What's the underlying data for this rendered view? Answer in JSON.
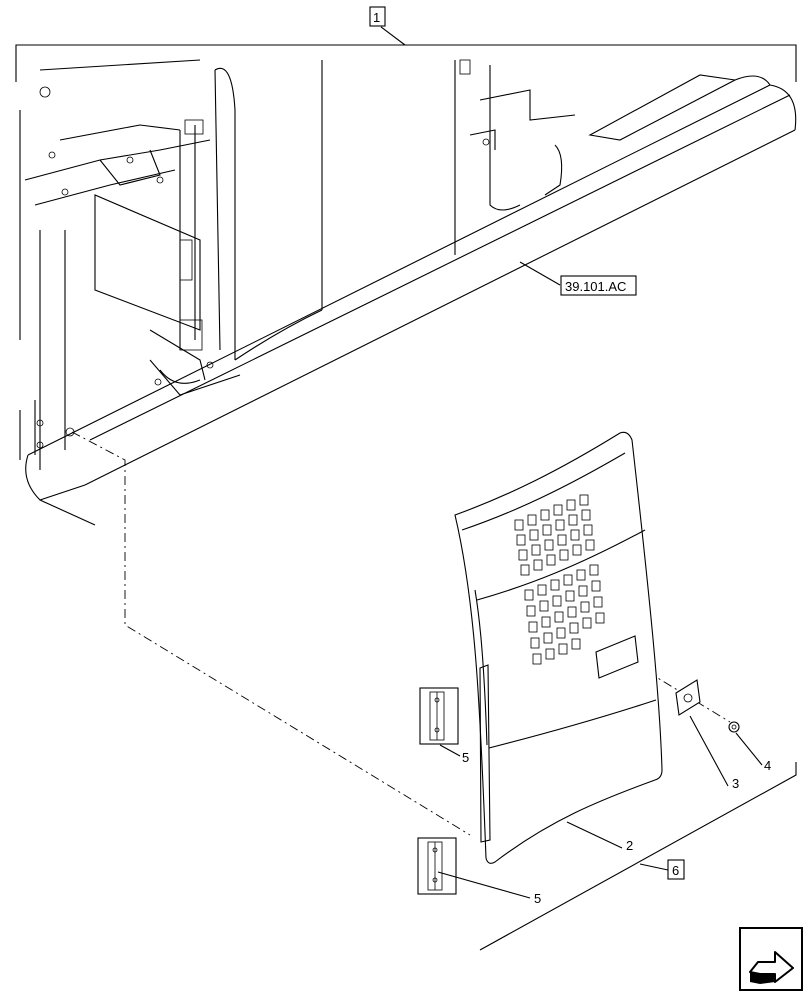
{
  "diagram": {
    "assembly_callout": "1",
    "sub_assembly_callout": "6",
    "reference_label": "39.101.AC",
    "part_callouts": {
      "panel": "2",
      "clip": "3",
      "fastener": "4",
      "hinge_upper": "5",
      "hinge_lower": "5"
    },
    "icons": {
      "navigation": "next-page-arrow-icon"
    }
  }
}
